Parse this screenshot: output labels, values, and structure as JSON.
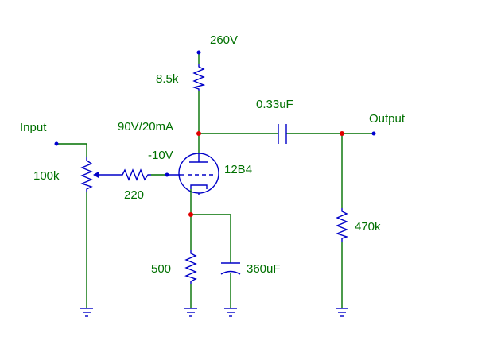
{
  "labels": {
    "supply": "260V",
    "plate_resistor": "8.5k",
    "coupling_cap": "0.33uF",
    "output": "Output",
    "input": "Input",
    "plate_point": "90V/20mA",
    "grid_voltage": "-10V",
    "tube": "12B4",
    "pot": "100k",
    "grid_resistor": "220",
    "load_resistor": "470k",
    "cathode_resistor": "500",
    "cathode_cap": "360uF"
  },
  "colors": {
    "wire": "#007000",
    "component": "#0000c8",
    "terminal": "#0000d0",
    "junction": "#e00000",
    "text": "#007000"
  }
}
